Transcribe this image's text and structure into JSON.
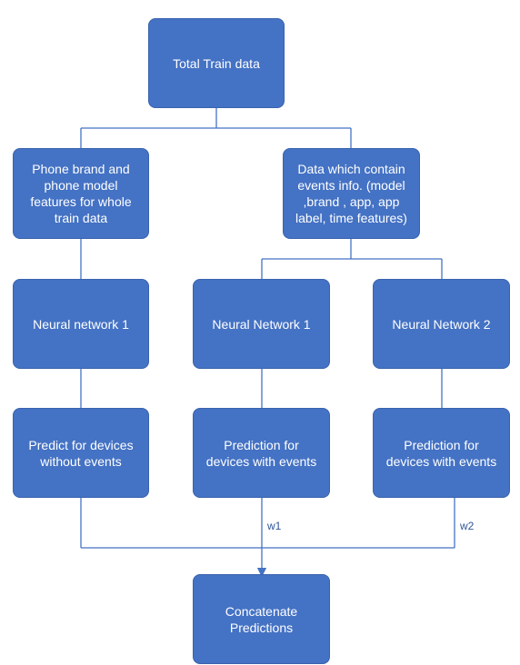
{
  "nodes": {
    "total": "Total Train data",
    "phone": "Phone brand and\nphone model\nfeatures for whole\ntrain data",
    "events": "Data which contain\nevents info. (model\n,brand , app, app\nlabel, time features)",
    "nn_left": "Neural network 1",
    "nn_mid": "Neural Network 1",
    "nn_right": "Neural Network 2",
    "pred_left": "Predict for devices\nwithout events",
    "pred_mid": "Prediction for\ndevices with events",
    "pred_right": "Prediction for\ndevices with events",
    "concat": "Concatenate\nPredictions"
  },
  "edge_labels": {
    "w1": "w1",
    "w2": "w2"
  },
  "colors": {
    "box_fill": "#4472C4",
    "box_text": "#FFFFFF",
    "connector": "#4472C4"
  }
}
